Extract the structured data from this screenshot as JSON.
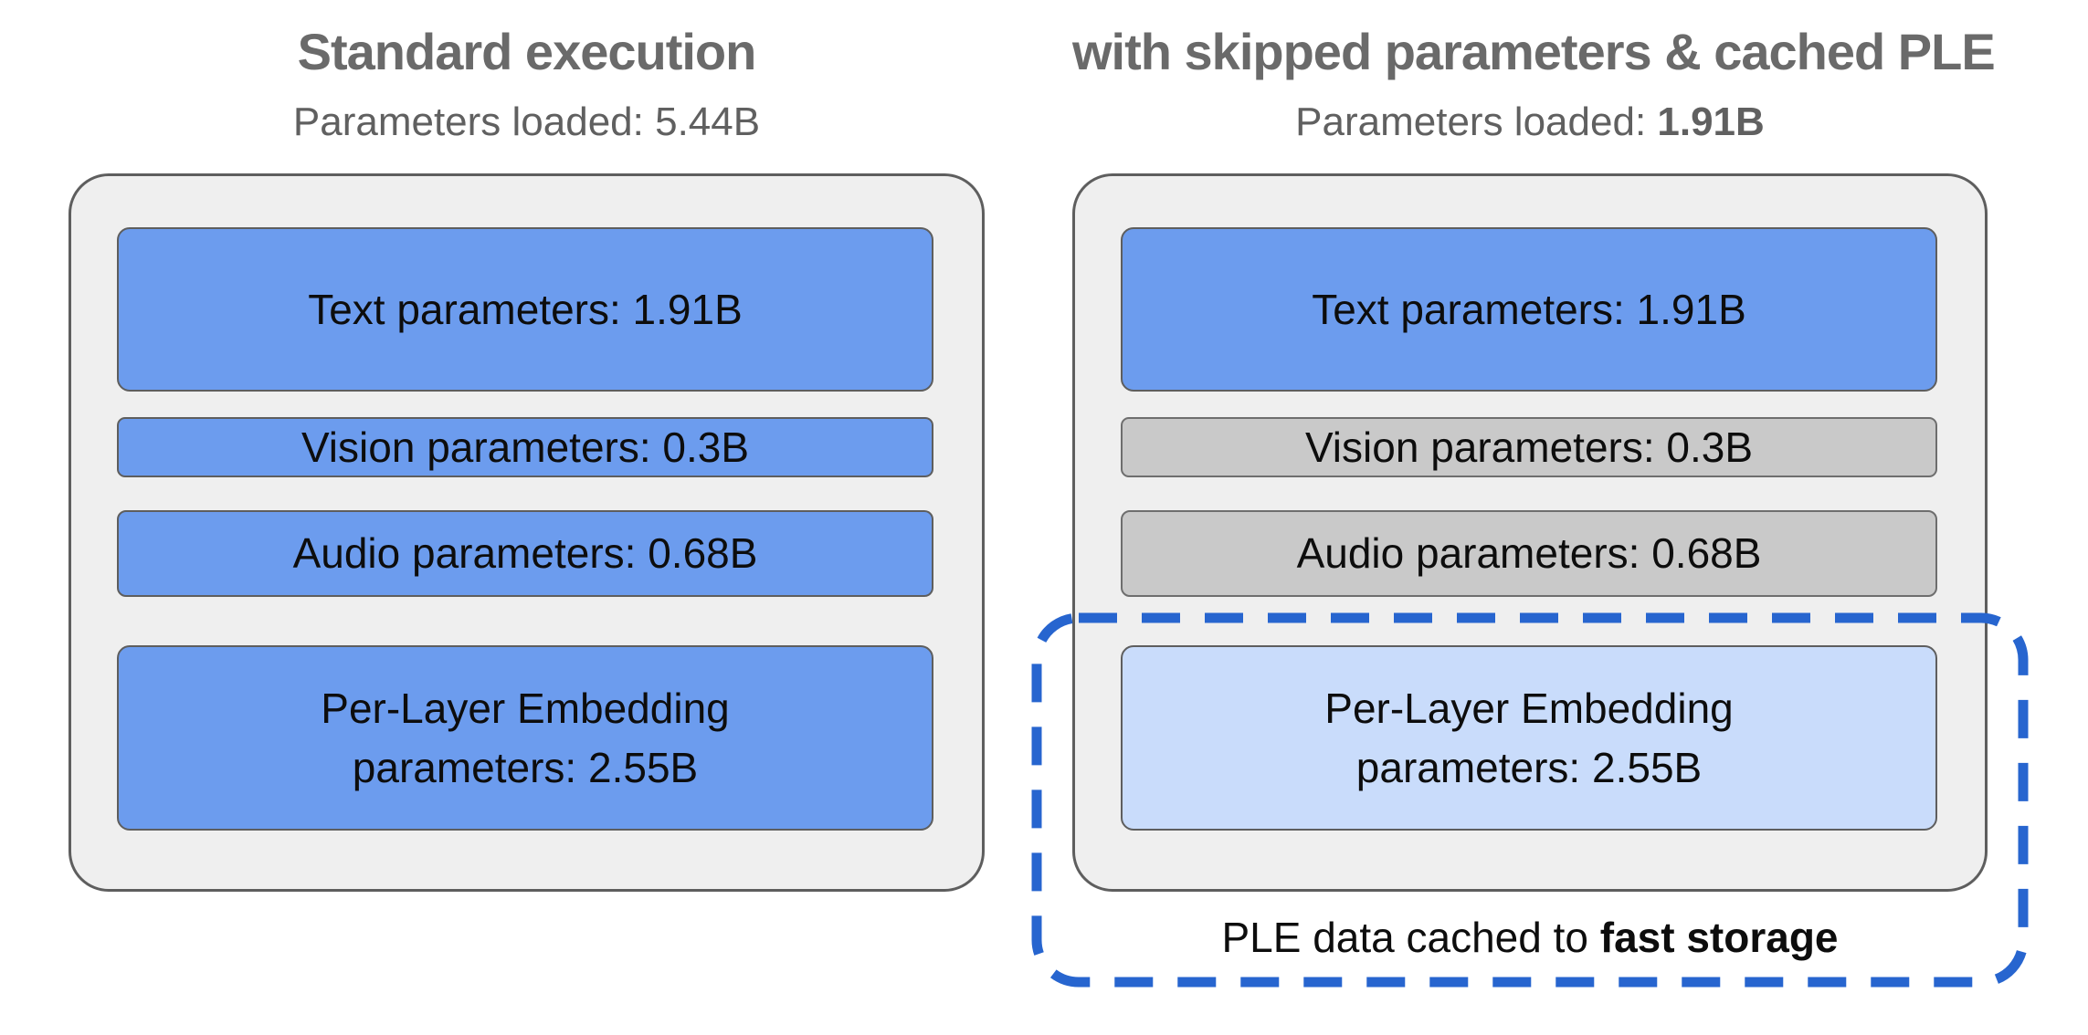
{
  "figure": {
    "left": {
      "title": "Standard execution",
      "subtitle": "Parameters loaded: 5.44B",
      "boxes": [
        {
          "label": "Text parameters: 1.91B",
          "state": "loaded"
        },
        {
          "label": "Vision parameters: 0.3B",
          "state": "loaded"
        },
        {
          "label": "Audio parameters: 0.68B",
          "state": "loaded"
        },
        {
          "label": "Per-Layer Embedding\nparameters: 2.55B",
          "state": "loaded"
        }
      ]
    },
    "right": {
      "title": "with skipped parameters & cached PLE",
      "subtitle_prefix": "Parameters loaded: ",
      "subtitle_value": "1.91B",
      "boxes": [
        {
          "label": "Text parameters: 1.91B",
          "state": "loaded"
        },
        {
          "label": "Vision parameters: 0.3B",
          "state": "skipped"
        },
        {
          "label": "Audio parameters: 0.68B",
          "state": "skipped"
        },
        {
          "label": "Per-Layer Embedding\nparameters: 2.55B",
          "state": "cached"
        }
      ],
      "caption_prefix": "PLE data cached to ",
      "caption_bold": "fast storage"
    }
  },
  "colors": {
    "loaded-blue": "#6c9cee",
    "cached-blue": "#c9dcfb",
    "skipped-gray": "#c9c9c9",
    "container-gray": "#efefef",
    "border-dark": "#5e5e5e",
    "dash-blue": "#2765cf",
    "title-gray": "#6a6a6a",
    "subtitle-gray": "#606060"
  }
}
